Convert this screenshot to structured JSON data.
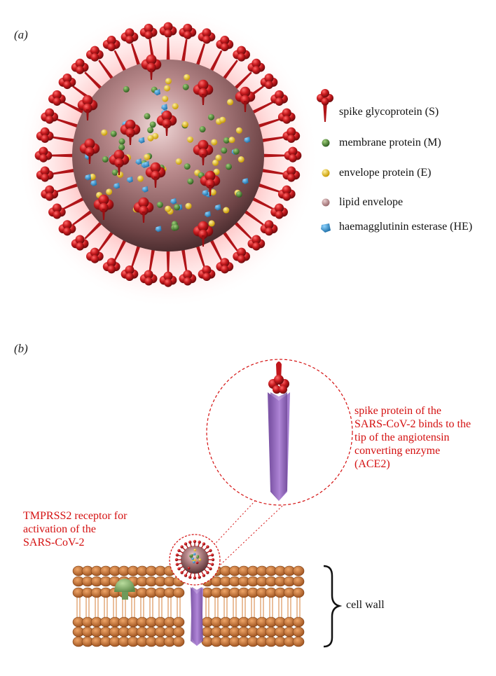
{
  "panel_a": {
    "label": "(a)",
    "legend": [
      {
        "icon": "spike-glycoprotein-icon",
        "text": "spike glycoprotein (S)"
      },
      {
        "icon": "membrane-protein-icon",
        "text": "membrane protein (M)"
      },
      {
        "icon": "envelope-protein-icon",
        "text": "envelope protein (E)"
      },
      {
        "icon": "lipid-envelope-icon",
        "text": "lipid envelope"
      },
      {
        "icon": "haemagglutinin-esterase-icon",
        "text": "haemagglutinin esterase (HE)"
      }
    ]
  },
  "panel_b": {
    "label": "(b)",
    "spike_note": "spike protein of the\nSARS-CoV-2 binds to the\ntip of the angiotensin\nconverting enzyme\n(ACE2)",
    "tmprss2_note": "TMPRSS2 receptor for\nactivation of the\nSARS-CoV-2",
    "cell_wall_label": "cell wall"
  },
  "colors": {
    "spike": "#c0161b",
    "membrane": "#3f7a2a",
    "envelope": "#e8b800",
    "lipid": "#a9787c",
    "he": "#2a8fd0",
    "ace2": "#9b6fc0",
    "membrane_bead": "#c8783a",
    "note": "#d41010"
  }
}
